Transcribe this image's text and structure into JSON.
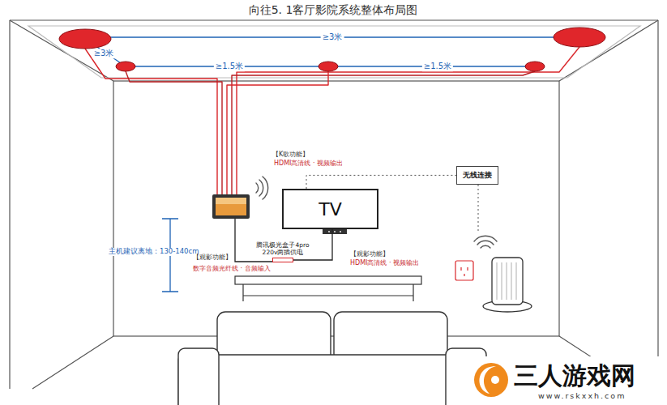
{
  "diagram": {
    "title": "向往5. 1客厅影院系统整体布局图",
    "nodes": [
      {
        "text": [
          "TV"
        ]
      },
      {
        "text": [
          "无线连接"
        ]
      },
      {
        "text": [
          "腾讯极光盒子4pro",
          "220v两插供电"
        ]
      }
    ],
    "edges": [
      {
        "from": 2,
        "to": 0,
        "arrow": "none"
      },
      {
        "from": 0,
        "to": 1,
        "arrow": "none"
      }
    ],
    "labels": [
      "≥3米",
      "≥3米",
      "≥1.5米",
      "≥1.5米",
      "【K歌功能】",
      "HDMI高清线 · 视频输出",
      "主机建议离地：130-140cm",
      "【观影功能】",
      "数字音频光纤线 · 音频输入",
      "【观影功能】",
      "HDMI高清线 · 视频输出",
      "三人游戏网",
      "www.rskxxh.com"
    ]
  }
}
